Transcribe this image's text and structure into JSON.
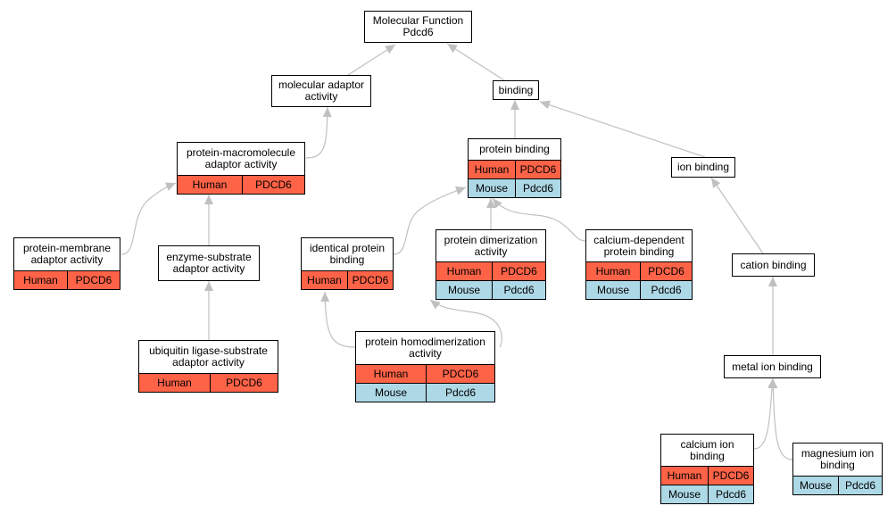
{
  "colors": {
    "human_row": "#ff6347",
    "mouse_row": "#add8e6",
    "edge": "#c0c0c0",
    "node_border": "#000000"
  },
  "nodes": {
    "molecular_function": {
      "title": [
        "Molecular Function",
        "Pdcd6"
      ],
      "rows": []
    },
    "molecular_adaptor_activity": {
      "title": [
        "molecular adaptor",
        "activity"
      ],
      "rows": []
    },
    "binding": {
      "title": [
        "binding"
      ],
      "rows": []
    },
    "protein_macromolecule_adaptor": {
      "title": [
        "protein-macromolecule",
        "adaptor activity"
      ],
      "rows": [
        {
          "species": "Human",
          "gene": "PDCD6"
        }
      ]
    },
    "protein_binding": {
      "title": [
        "protein binding"
      ],
      "rows": [
        {
          "species": "Human",
          "gene": "PDCD6"
        },
        {
          "species": "Mouse",
          "gene": "Pdcd6"
        }
      ]
    },
    "ion_binding": {
      "title": [
        "ion binding"
      ],
      "rows": []
    },
    "protein_membrane_adaptor": {
      "title": [
        "protein-membrane",
        "adaptor activity"
      ],
      "rows": [
        {
          "species": "Human",
          "gene": "PDCD6"
        }
      ]
    },
    "enzyme_substrate_adaptor": {
      "title": [
        "enzyme-substrate",
        "adaptor activity"
      ],
      "rows": []
    },
    "identical_protein_binding": {
      "title": [
        "identical protein",
        "binding"
      ],
      "rows": [
        {
          "species": "Human",
          "gene": "PDCD6"
        }
      ]
    },
    "protein_dimerization": {
      "title": [
        "protein dimerization",
        "activity"
      ],
      "rows": [
        {
          "species": "Human",
          "gene": "PDCD6"
        },
        {
          "species": "Mouse",
          "gene": "Pdcd6"
        }
      ]
    },
    "calcium_dependent_protein_binding": {
      "title": [
        "calcium-dependent",
        "protein binding"
      ],
      "rows": [
        {
          "species": "Human",
          "gene": "PDCD6"
        },
        {
          "species": "Mouse",
          "gene": "Pdcd6"
        }
      ]
    },
    "cation_binding": {
      "title": [
        "cation binding"
      ],
      "rows": []
    },
    "ubiquitin_ligase_substrate_adaptor": {
      "title": [
        "ubiquitin ligase-substrate",
        "adaptor activity"
      ],
      "rows": [
        {
          "species": "Human",
          "gene": "PDCD6"
        }
      ]
    },
    "protein_homodimerization": {
      "title": [
        "protein homodimerization",
        "activity"
      ],
      "rows": [
        {
          "species": "Human",
          "gene": "PDCD6"
        },
        {
          "species": "Mouse",
          "gene": "Pdcd6"
        }
      ]
    },
    "metal_ion_binding": {
      "title": [
        "metal ion binding"
      ],
      "rows": []
    },
    "calcium_ion_binding": {
      "title": [
        "calcium ion",
        "binding"
      ],
      "rows": [
        {
          "species": "Human",
          "gene": "PDCD6"
        },
        {
          "species": "Mouse",
          "gene": "Pdcd6"
        }
      ]
    },
    "magnesium_ion_binding": {
      "title": [
        "magnesium ion",
        "binding"
      ],
      "rows": [
        {
          "species": "Mouse",
          "gene": "Pdcd6"
        }
      ]
    }
  }
}
